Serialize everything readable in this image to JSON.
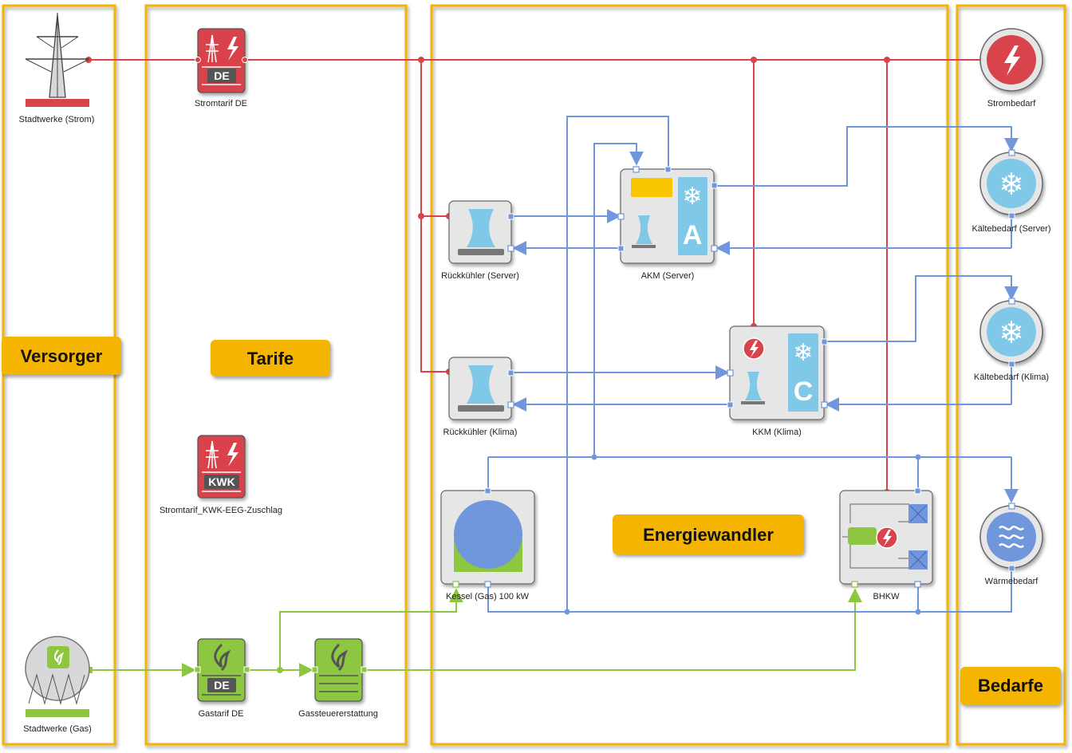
{
  "groups": {
    "versorger": "Versorger",
    "tarife": "Tarife",
    "energiewandler": "Energiewandler",
    "bedarfe": "Bedarfe"
  },
  "nodes": {
    "stadtwerke_strom": "Stadtwerke (Strom)",
    "stadtwerke_gas": "Stadtwerke (Gas)",
    "stromtarif_de": "Stromtarif DE",
    "stromtarif_kwk": "Stromtarif_KWK-EEG-Zuschlag",
    "gastarif_de": "Gastarif DE",
    "gassteuer": "Gassteuererstattung",
    "rueckkuehler_server": "Rückkühler (Server)",
    "rueckkuehler_klima": "Rückkühler (Klima)",
    "akm_server": "AKM (Server)",
    "kkm_klima": "KKM (Klima)",
    "kessel": "Kessel (Gas) 100 kW",
    "bhkw": "BHKW",
    "strombedarf": "Strombedarf",
    "kaelte_server": "Kältebedarf (Server)",
    "kaelte_klima": "Kältebedarf (Klima)",
    "waermebedarf": "Wärmebedarf"
  },
  "badges": {
    "de": "DE",
    "kwk": "KWK",
    "absorption": "A",
    "compression": "C"
  },
  "colors": {
    "electric": "#d9434b",
    "gas": "#8dc63f",
    "heat": "#7096dc",
    "frame": "#f5b400",
    "device_bg": "#e6e6e6",
    "cold": "#7fc8e8"
  }
}
